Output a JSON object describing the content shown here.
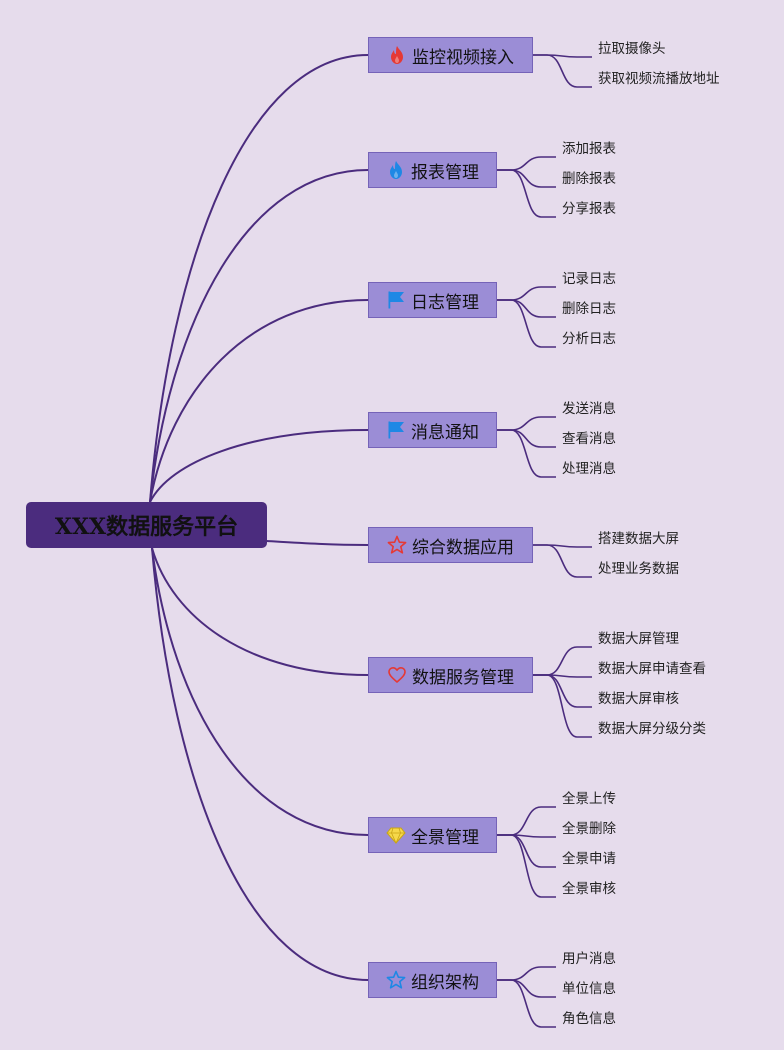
{
  "root": {
    "title": "XXX数据服务平台"
  },
  "branches": [
    {
      "label": "监控视频接入",
      "icon": "fire-icon",
      "color": "#e53935",
      "children": [
        "拉取摄像头",
        "获取视频流播放地址"
      ]
    },
    {
      "label": "报表管理",
      "icon": "fire-icon",
      "color": "#1e88e5",
      "children": [
        "添加报表",
        "删除报表",
        "分享报表"
      ]
    },
    {
      "label": "日志管理",
      "icon": "flag-icon",
      "color": "#1e88e5",
      "children": [
        "记录日志",
        "删除日志",
        "分析日志"
      ]
    },
    {
      "label": "消息通知",
      "icon": "flag-icon",
      "color": "#1e88e5",
      "children": [
        "发送消息",
        "查看消息",
        "处理消息"
      ]
    },
    {
      "label": "综合数据应用",
      "icon": "star-icon",
      "color": "#e53935",
      "children": [
        "搭建数据大屏",
        "处理业务数据"
      ]
    },
    {
      "label": "数据服务管理",
      "icon": "heart-icon",
      "color": "#e53935",
      "children": [
        "数据大屏管理",
        "数据大屏申请查看",
        "数据大屏审核",
        "数据大屏分级分类"
      ]
    },
    {
      "label": "全景管理",
      "icon": "diamond-icon",
      "color": "#f6d84a",
      "children": [
        "全景上传",
        "全景删除",
        "全景申请",
        "全景审核"
      ]
    },
    {
      "label": "组织架构",
      "icon": "star-icon",
      "color": "#1e88e5",
      "children": [
        "用户消息",
        "单位信息",
        "角色信息"
      ]
    }
  ],
  "colors": {
    "background": "#e6dcec",
    "line": "#4b2c7e",
    "root": "#4b2c7e",
    "branch": "#9b8dd6"
  }
}
